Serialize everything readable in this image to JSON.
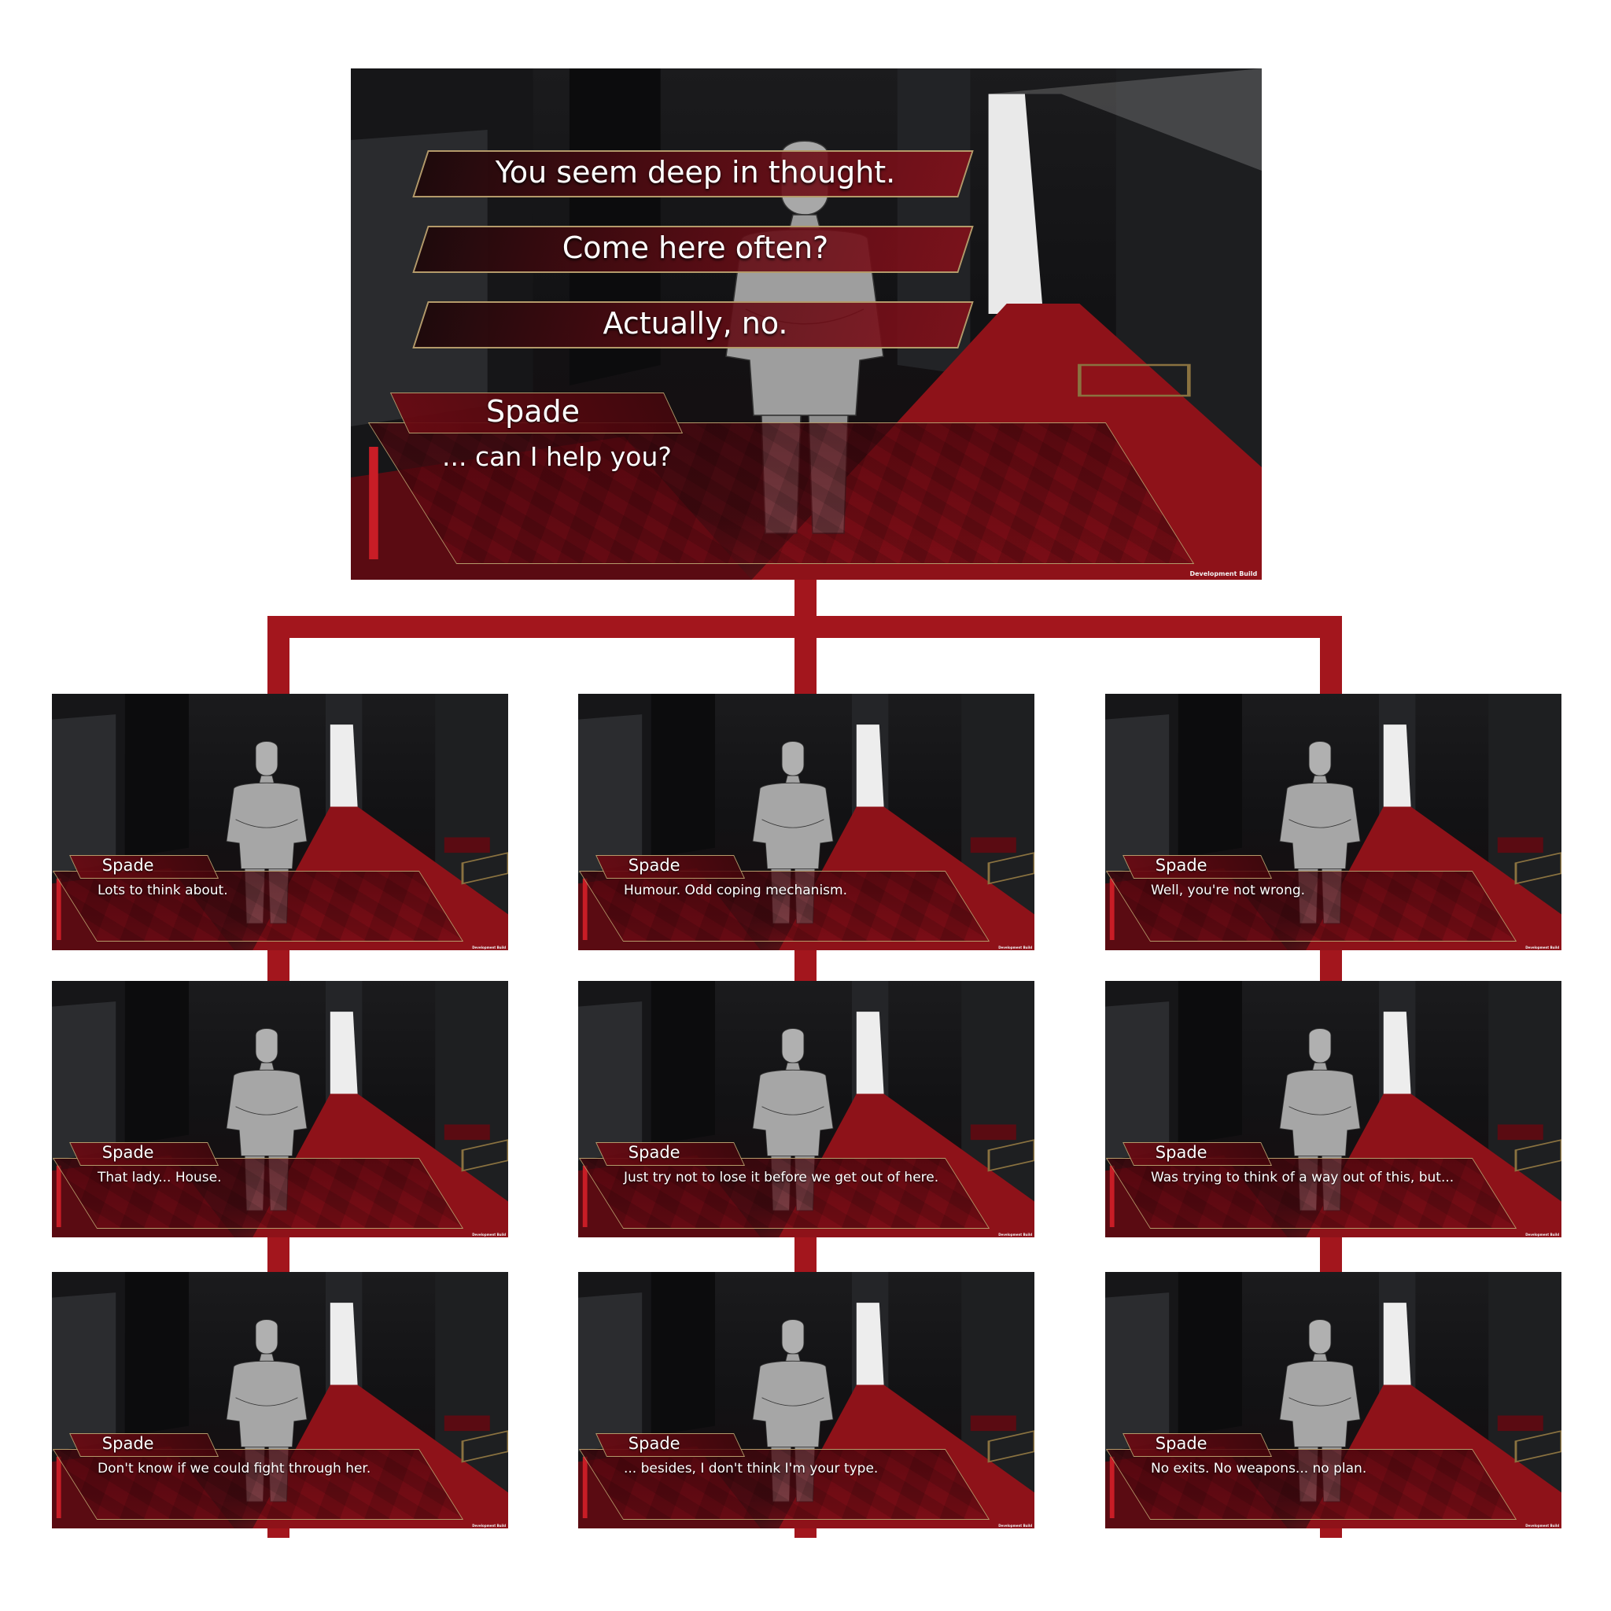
{
  "colors": {
    "connector": "#a3161d",
    "border_gold": "#b49a6a",
    "dialog_red": "#6e0a14"
  },
  "root": {
    "choices": [
      {
        "label": "You seem deep in thought."
      },
      {
        "label": "Come here often?"
      },
      {
        "label": "Actually, no."
      }
    ],
    "speaker": "Spade",
    "line": "... can I help you?",
    "build_label": "Development Build"
  },
  "branches": [
    {
      "frames": [
        {
          "speaker": "Spade",
          "line": "Lots to think about.",
          "build_label": "Development Build"
        },
        {
          "speaker": "Spade",
          "line": "That lady... House.",
          "build_label": "Development Build"
        },
        {
          "speaker": "Spade",
          "line": "Don't know if we could fight through her.",
          "build_label": "Development Build"
        }
      ]
    },
    {
      "frames": [
        {
          "speaker": "Spade",
          "line": "Humour. Odd coping mechanism.",
          "build_label": "Development Build"
        },
        {
          "speaker": "Spade",
          "line": "Just try not to lose it before we get out of here.",
          "build_label": "Development Build"
        },
        {
          "speaker": "Spade",
          "line": "... besides, I don't think I'm your type.",
          "build_label": "Development Build"
        }
      ]
    },
    {
      "frames": [
        {
          "speaker": "Spade",
          "line": "Well, you're not wrong.",
          "build_label": "Development Build"
        },
        {
          "speaker": "Spade",
          "line": "Was trying to think of a way out of this, but...",
          "build_label": "Development Build"
        },
        {
          "speaker": "Spade",
          "line": "No exits. No weapons... no plan.",
          "build_label": "Development Build"
        }
      ]
    }
  ]
}
